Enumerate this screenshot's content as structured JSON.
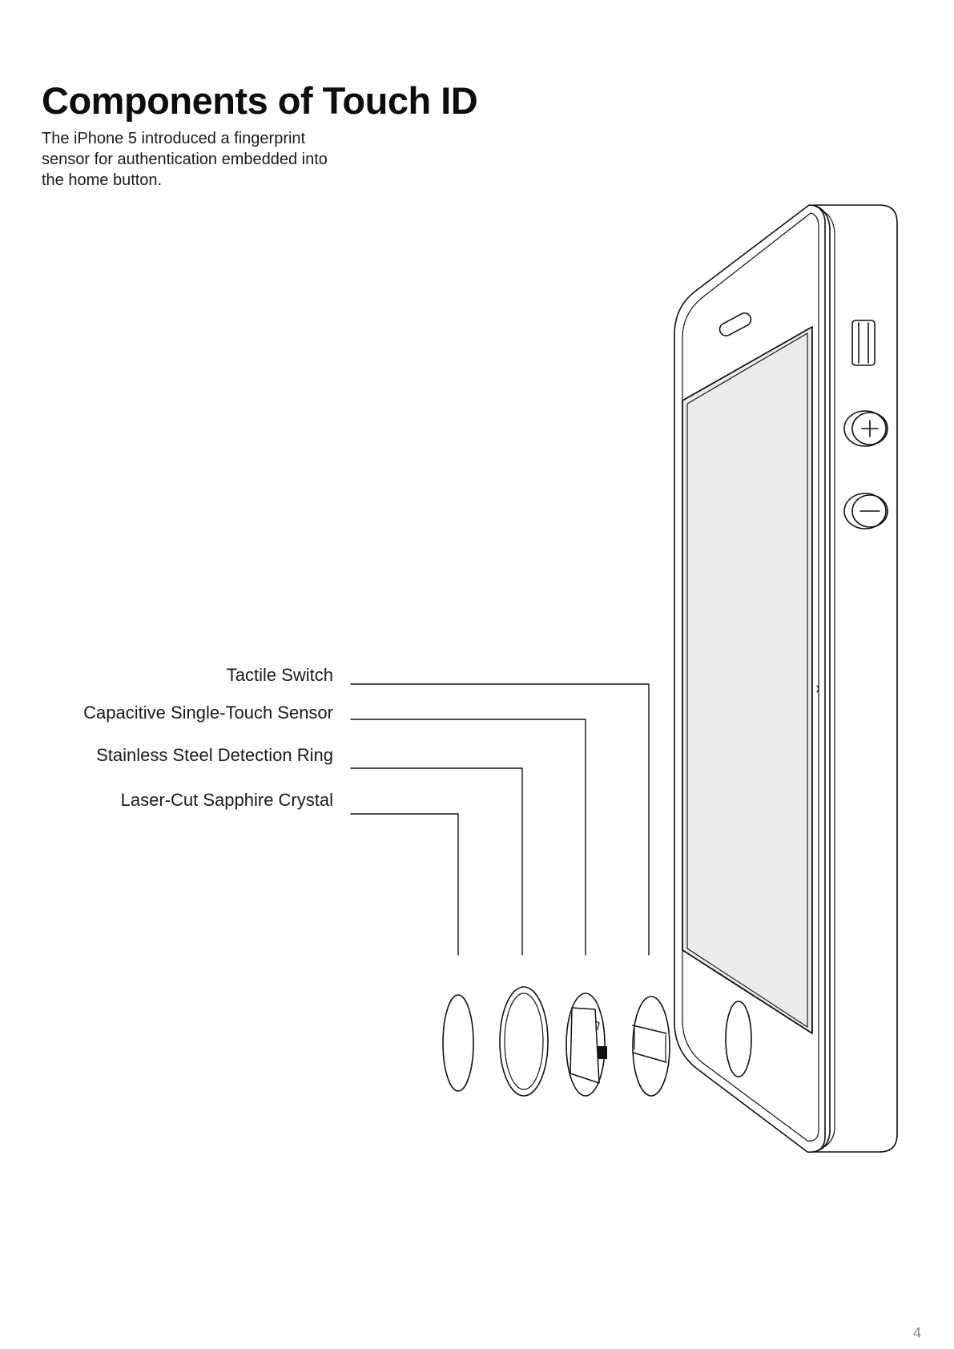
{
  "title": "Components of Touch ID",
  "subtitle_lines": [
    "The iPhone 5 introduced a  fingerprint",
    "sensor for authentication embedded into",
    "the home button."
  ],
  "callouts": [
    "Tactile Switch",
    "Capacitive Single-Touch Sensor",
    "Stainless Steel Detection Ring",
    "Laser-Cut Sapphire Crystal"
  ],
  "page_number": "4",
  "colors": {
    "ink": "#111111",
    "screen": "#ebebeb",
    "page_number": "#888888"
  },
  "icons": [
    "volume-up-button-icon",
    "volume-down-button-icon",
    "mute-switch-icon",
    "speaker-slot-icon"
  ]
}
